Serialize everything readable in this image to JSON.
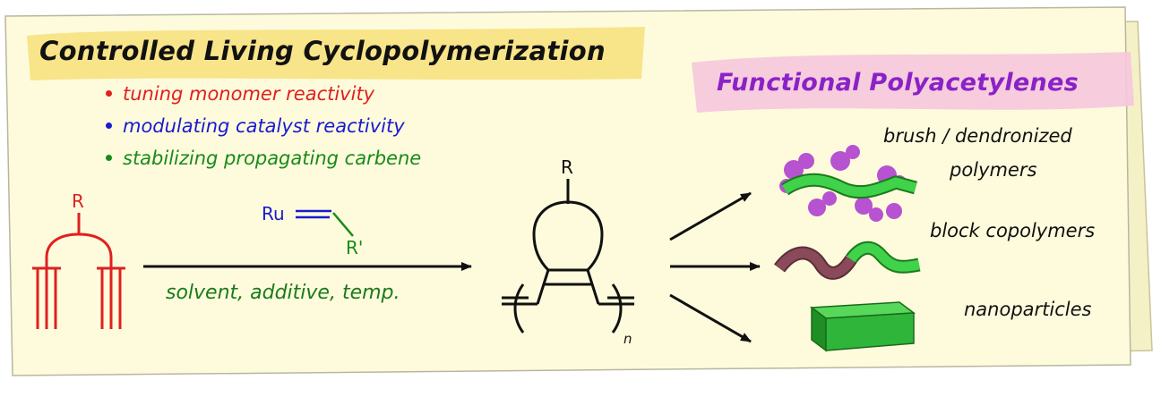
{
  "title": "Controlled Living Cyclopolymerization",
  "bullets": [
    {
      "text": "tuning monomer reactivity",
      "color": "#e02020"
    },
    {
      "text": "modulating catalyst reactivity",
      "color": "#1a1ad0"
    },
    {
      "text": "stabilizing propagating carbene",
      "color": "#1a8a1a"
    }
  ],
  "catalyst": {
    "metal": "Ru",
    "substituent": "R'"
  },
  "conditions": "solvent, additive, temp.",
  "monomer_substituent": "R",
  "polymer": {
    "substituent": "R",
    "repeat": "n"
  },
  "product_heading": "Functional Polyacetylenes",
  "applications": [
    {
      "line1": "brush / dendronized",
      "line2": "polymers"
    },
    {
      "line1": "block copolymers"
    },
    {
      "line1": "nanoparticles"
    }
  ],
  "colors": {
    "panel": "#fdfbdc",
    "title_highlight": "#f7df7a",
    "func_highlight": "#f6c6dd",
    "func_text": "#8a22c7",
    "monomer": "#e02020",
    "ru": "#1a1ad0",
    "green": "#1a8a1a",
    "rod": "#2ec23a",
    "brush": "#b040d0",
    "block": "#7a4050"
  },
  "icons": [
    "check-mark-icon",
    "dot-bullet-icon"
  ]
}
